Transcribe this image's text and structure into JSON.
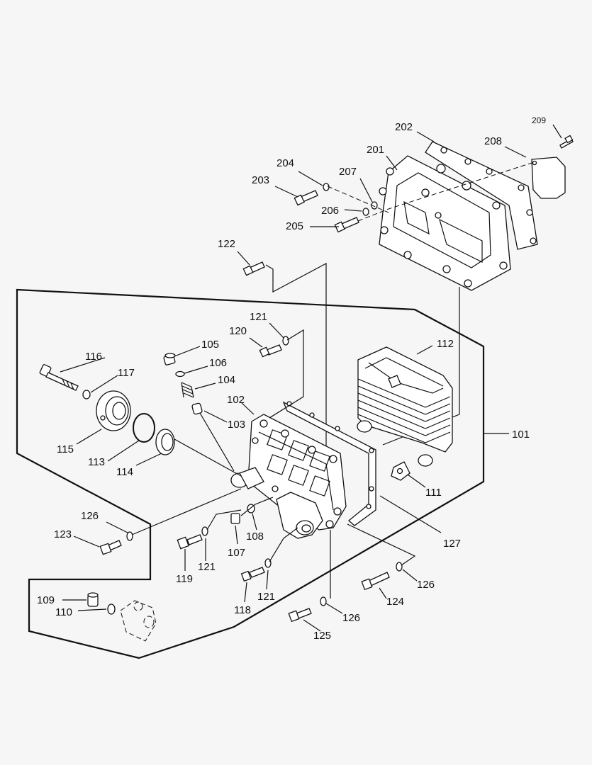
{
  "labels": {
    "p101": "101",
    "p102": "102",
    "p103": "103",
    "p104": "104",
    "p105": "105",
    "p106": "106",
    "p107": "107",
    "p108": "108",
    "p109": "109",
    "p110": "110",
    "p111": "111",
    "p112": "112",
    "p113": "113",
    "p114": "114",
    "p115": "115",
    "p116": "116",
    "p117": "117",
    "p118": "118",
    "p119": "119",
    "p120": "120",
    "p121a": "121",
    "p121b": "121",
    "p121c": "121",
    "p122": "122",
    "p123": "123",
    "p124": "124",
    "p125": "125",
    "p126a": "126",
    "p126b": "126",
    "p126c": "126",
    "p127": "127",
    "p201": "201",
    "p202": "202",
    "p203": "203",
    "p204": "204",
    "p205": "205",
    "p206": "206",
    "p207": "207",
    "p208": "208",
    "p209": "209"
  }
}
